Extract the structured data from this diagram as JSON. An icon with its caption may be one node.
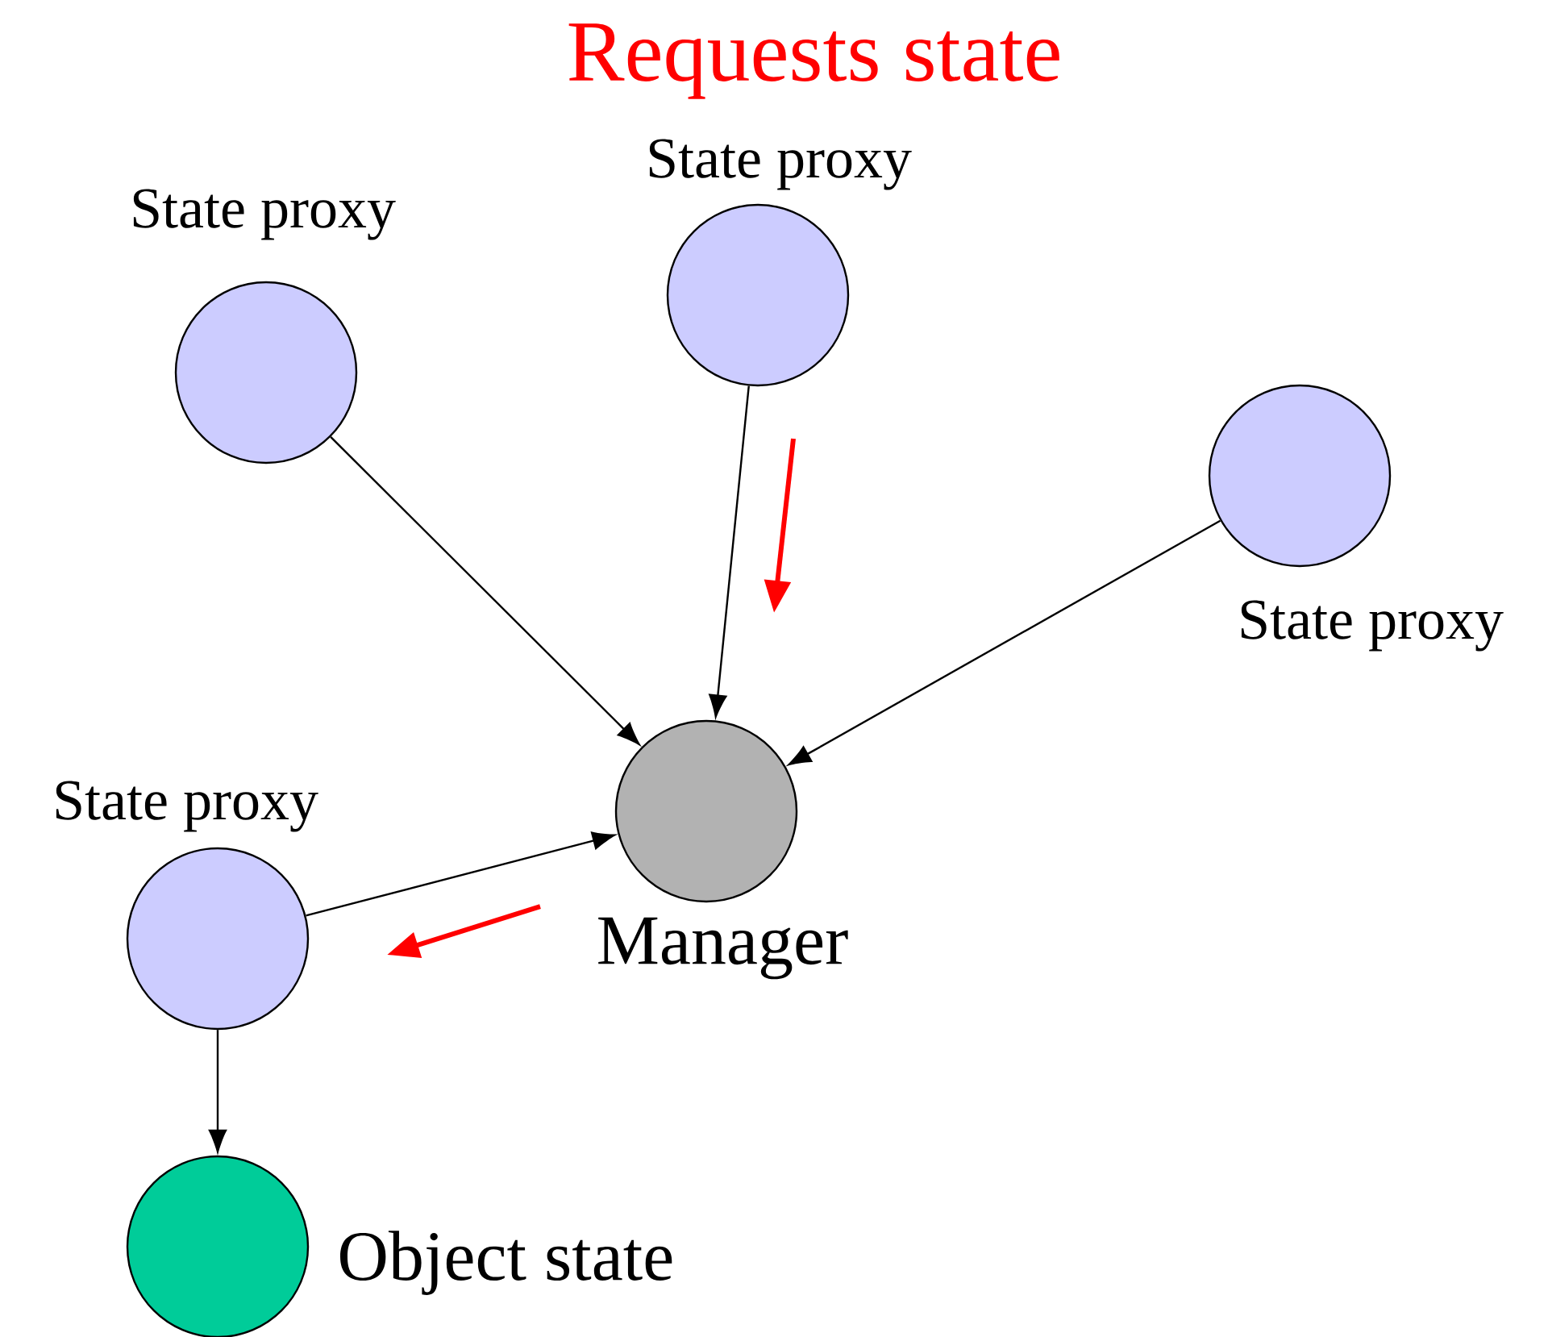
{
  "diagram": {
    "title": "Requests state",
    "nodes": [
      {
        "text": [
          "State proxy"
        ]
      },
      {
        "text": [
          "State proxy"
        ]
      },
      {
        "text": [
          "State proxy"
        ]
      },
      {
        "text": [
          "Manager"
        ]
      },
      {
        "text": [
          "State proxy"
        ]
      },
      {
        "text": [
          "Object state"
        ]
      }
    ],
    "edges": [
      {
        "from": 0,
        "to": 3,
        "arrow": "to"
      },
      {
        "from": 1,
        "to": 3,
        "arrow": "to"
      },
      {
        "from": 2,
        "to": 3,
        "arrow": "to"
      },
      {
        "from": 4,
        "to": 3,
        "arrow": "to"
      },
      {
        "from": 4,
        "to": 5,
        "arrow": "to"
      }
    ]
  }
}
